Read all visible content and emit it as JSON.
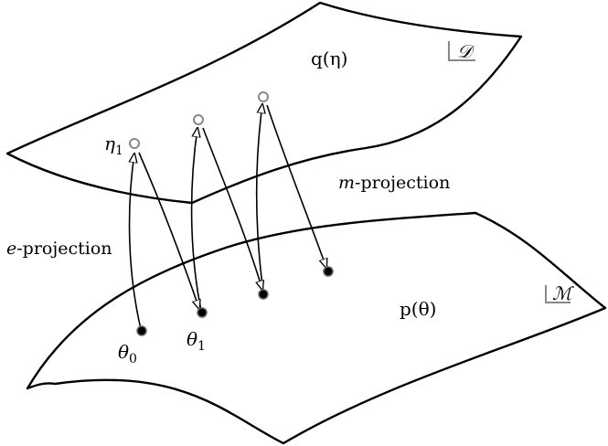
{
  "manifolds": {
    "data_manifold": {
      "symbol": "𝒟",
      "distribution": "q(η)"
    },
    "model_manifold": {
      "symbol": "ℳ",
      "distribution": "p(θ)"
    }
  },
  "labels": {
    "e_projection_prefix": "e",
    "e_projection_rest": "-projection",
    "m_projection_prefix": "m",
    "m_projection_rest": "-projection"
  },
  "points": {
    "eta1_base": "η",
    "eta1_sub": "1",
    "theta0_base": "θ",
    "theta0_sub": "0",
    "theta1_base": "θ",
    "theta1_sub": "1"
  },
  "colors": {
    "stroke": "#000000",
    "open_point": "#888888",
    "filled_point": "#000000"
  }
}
